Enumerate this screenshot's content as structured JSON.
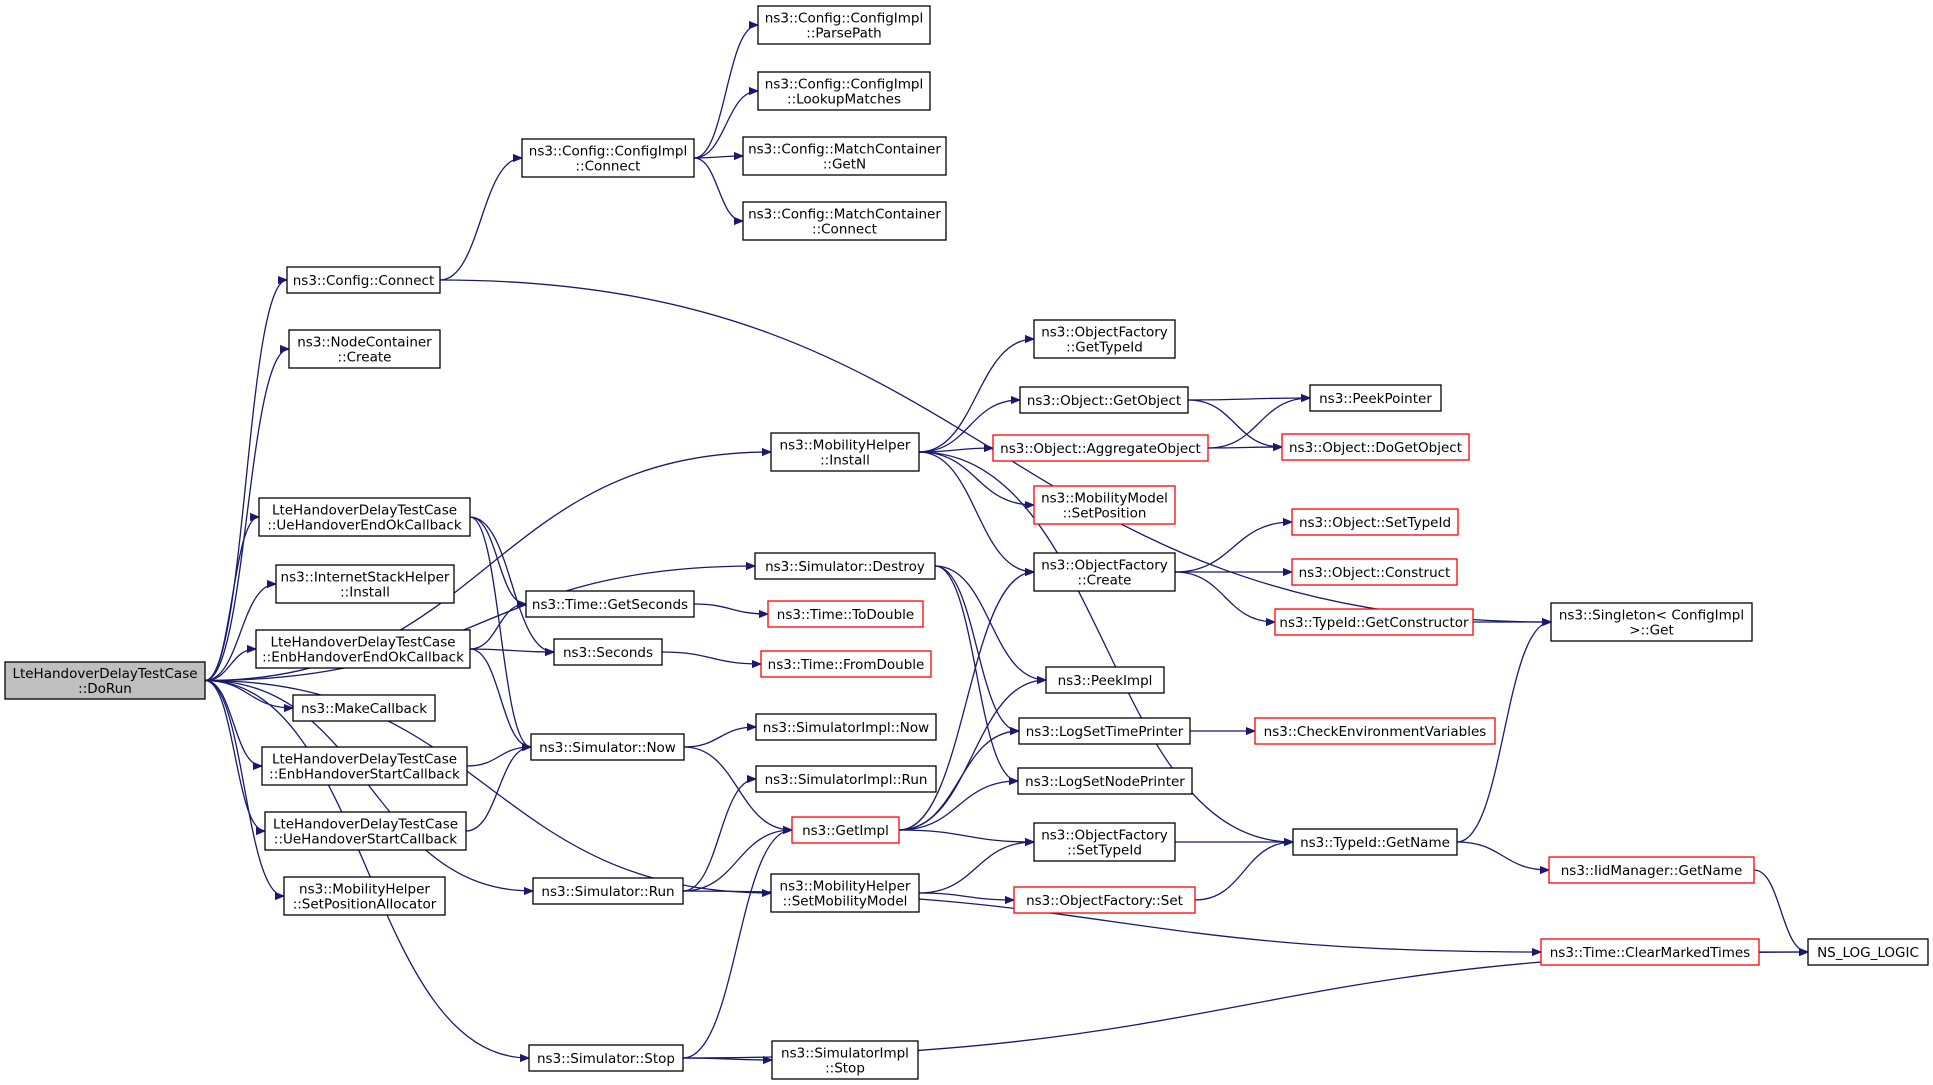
{
  "colors": {
    "edge": "#191970",
    "border_default": "#000000",
    "border_highlight": "#ff0000",
    "root_fill": "#bfbfbf",
    "node_fill": "#ffffff"
  },
  "nodes": [
    {
      "id": "dorun",
      "lines": [
        "LteHandoverDelayTestCase",
        "::DoRun"
      ],
      "style": "root"
    },
    {
      "id": "config_connect",
      "lines": [
        "ns3::Config::Connect"
      ],
      "style": "normal"
    },
    {
      "id": "nodecontainer_create",
      "lines": [
        "ns3::NodeContainer",
        "::Create"
      ],
      "style": "normal"
    },
    {
      "id": "ue_ho_end_ok",
      "lines": [
        "LteHandoverDelayTestCase",
        "::UeHandoverEndOkCallback"
      ],
      "style": "normal"
    },
    {
      "id": "internetstack_install",
      "lines": [
        "ns3::InternetStackHelper",
        "::Install"
      ],
      "style": "normal"
    },
    {
      "id": "enb_ho_end_ok",
      "lines": [
        "LteHandoverDelayTestCase",
        "::EnbHandoverEndOkCallback"
      ],
      "style": "normal"
    },
    {
      "id": "makecallback",
      "lines": [
        "ns3::MakeCallback"
      ],
      "style": "normal"
    },
    {
      "id": "enb_ho_start",
      "lines": [
        "LteHandoverDelayTestCase",
        "::EnbHandoverStartCallback"
      ],
      "style": "normal"
    },
    {
      "id": "ue_ho_start",
      "lines": [
        "LteHandoverDelayTestCase",
        "::UeHandoverStartCallback"
      ],
      "style": "normal"
    },
    {
      "id": "mobility_setposalloc",
      "lines": [
        "ns3::MobilityHelper",
        "::SetPositionAllocator"
      ],
      "style": "normal"
    },
    {
      "id": "configimpl_connect",
      "lines": [
        "ns3::Config::ConfigImpl",
        "::Connect"
      ],
      "style": "normal"
    },
    {
      "id": "parsepath",
      "lines": [
        "ns3::Config::ConfigImpl",
        "::ParsePath"
      ],
      "style": "normal"
    },
    {
      "id": "lookupmatches",
      "lines": [
        "ns3::Config::ConfigImpl",
        "::LookupMatches"
      ],
      "style": "normal"
    },
    {
      "id": "matchcontainer_getn",
      "lines": [
        "ns3::Config::MatchContainer",
        "::GetN"
      ],
      "style": "normal"
    },
    {
      "id": "matchcontainer_connect",
      "lines": [
        "ns3::Config::MatchContainer",
        "::Connect"
      ],
      "style": "normal"
    },
    {
      "id": "mobility_install",
      "lines": [
        "ns3::MobilityHelper",
        "::Install"
      ],
      "style": "normal"
    },
    {
      "id": "sim_destroy",
      "lines": [
        "ns3::Simulator::Destroy"
      ],
      "style": "normal"
    },
    {
      "id": "time_getseconds",
      "lines": [
        "ns3::Time::GetSeconds"
      ],
      "style": "normal"
    },
    {
      "id": "seconds",
      "lines": [
        "ns3::Seconds"
      ],
      "style": "normal"
    },
    {
      "id": "sim_now",
      "lines": [
        "ns3::Simulator::Now"
      ],
      "style": "normal"
    },
    {
      "id": "simimpl_now",
      "lines": [
        "ns3::SimulatorImpl::Now"
      ],
      "style": "normal"
    },
    {
      "id": "simimpl_run",
      "lines": [
        "ns3::SimulatorImpl::Run"
      ],
      "style": "normal"
    },
    {
      "id": "getimpl",
      "lines": [
        "ns3::GetImpl"
      ],
      "style": "highlight"
    },
    {
      "id": "sim_run",
      "lines": [
        "ns3::Simulator::Run"
      ],
      "style": "normal"
    },
    {
      "id": "mobility_setmodel",
      "lines": [
        "ns3::MobilityHelper",
        "::SetMobilityModel"
      ],
      "style": "normal"
    },
    {
      "id": "sim_stop",
      "lines": [
        "ns3::Simulator::Stop"
      ],
      "style": "normal"
    },
    {
      "id": "simimpl_stop",
      "lines": [
        "ns3::SimulatorImpl",
        "::Stop"
      ],
      "style": "normal"
    },
    {
      "id": "time_todouble",
      "lines": [
        "ns3::Time::ToDouble"
      ],
      "style": "highlight"
    },
    {
      "id": "time_fromdouble",
      "lines": [
        "ns3::Time::FromDouble"
      ],
      "style": "highlight"
    },
    {
      "id": "of_gettypeid",
      "lines": [
        "ns3::ObjectFactory",
        "::GetTypeId"
      ],
      "style": "normal"
    },
    {
      "id": "obj_getobject",
      "lines": [
        "ns3::Object::GetObject"
      ],
      "style": "normal"
    },
    {
      "id": "obj_aggregate",
      "lines": [
        "ns3::Object::AggregateObject"
      ],
      "style": "highlight"
    },
    {
      "id": "mm_setposition",
      "lines": [
        "ns3::MobilityModel",
        "::SetPosition"
      ],
      "style": "highlight"
    },
    {
      "id": "of_create",
      "lines": [
        "ns3::ObjectFactory",
        "::Create"
      ],
      "style": "normal"
    },
    {
      "id": "peekimpl",
      "lines": [
        "ns3::PeekImpl"
      ],
      "style": "normal"
    },
    {
      "id": "logsettimeprinter",
      "lines": [
        "ns3::LogSetTimePrinter"
      ],
      "style": "normal"
    },
    {
      "id": "logsetnodeprinter",
      "lines": [
        "ns3::LogSetNodePrinter"
      ],
      "style": "normal"
    },
    {
      "id": "of_settypeid",
      "lines": [
        "ns3::ObjectFactory",
        "::SetTypeId"
      ],
      "style": "normal"
    },
    {
      "id": "of_set",
      "lines": [
        "ns3::ObjectFactory::Set"
      ],
      "style": "highlight"
    },
    {
      "id": "peekpointer",
      "lines": [
        "ns3::PeekPointer"
      ],
      "style": "normal"
    },
    {
      "id": "obj_dogetobject",
      "lines": [
        "ns3::Object::DoGetObject"
      ],
      "style": "highlight"
    },
    {
      "id": "obj_settypeid",
      "lines": [
        "ns3::Object::SetTypeId"
      ],
      "style": "highlight"
    },
    {
      "id": "obj_construct",
      "lines": [
        "ns3::Object::Construct"
      ],
      "style": "highlight"
    },
    {
      "id": "typeid_getconstructor",
      "lines": [
        "ns3::TypeId::GetConstructor"
      ],
      "style": "highlight"
    },
    {
      "id": "checkenv",
      "lines": [
        "ns3::CheckEnvironmentVariables"
      ],
      "style": "highlight"
    },
    {
      "id": "typeid_getname",
      "lines": [
        "ns3::TypeId::GetName"
      ],
      "style": "normal"
    },
    {
      "id": "time_clearmarked",
      "lines": [
        "ns3::Time::ClearMarkedTimes"
      ],
      "style": "highlight"
    },
    {
      "id": "singleton_get",
      "lines": [
        "ns3::Singleton< ConfigImpl",
        " >::Get"
      ],
      "style": "normal"
    },
    {
      "id": "iidmanager_getname",
      "lines": [
        "ns3::IidManager::GetName"
      ],
      "style": "highlight"
    },
    {
      "id": "ns_log_logic",
      "lines": [
        "NS_LOG_LOGIC"
      ],
      "style": "normal"
    }
  ],
  "edges": [
    [
      "dorun",
      "config_connect"
    ],
    [
      "dorun",
      "nodecontainer_create"
    ],
    [
      "dorun",
      "mobility_install"
    ],
    [
      "dorun",
      "sim_destroy"
    ],
    [
      "dorun",
      "ue_ho_end_ok"
    ],
    [
      "dorun",
      "internetstack_install"
    ],
    [
      "dorun",
      "enb_ho_end_ok"
    ],
    [
      "dorun",
      "makecallback"
    ],
    [
      "dorun",
      "enb_ho_start"
    ],
    [
      "dorun",
      "ue_ho_start"
    ],
    [
      "dorun",
      "mobility_setposalloc"
    ],
    [
      "dorun",
      "sim_run"
    ],
    [
      "dorun",
      "mobility_setmodel"
    ],
    [
      "dorun",
      "sim_stop"
    ],
    [
      "config_connect",
      "configimpl_connect"
    ],
    [
      "config_connect",
      "singleton_get"
    ],
    [
      "configimpl_connect",
      "parsepath"
    ],
    [
      "configimpl_connect",
      "lookupmatches"
    ],
    [
      "configimpl_connect",
      "matchcontainer_getn"
    ],
    [
      "configimpl_connect",
      "matchcontainer_connect"
    ],
    [
      "ue_ho_end_ok",
      "time_getseconds"
    ],
    [
      "ue_ho_end_ok",
      "seconds"
    ],
    [
      "ue_ho_end_ok",
      "sim_now"
    ],
    [
      "enb_ho_end_ok",
      "time_getseconds"
    ],
    [
      "enb_ho_end_ok",
      "seconds"
    ],
    [
      "enb_ho_end_ok",
      "sim_now"
    ],
    [
      "enb_ho_start",
      "sim_now"
    ],
    [
      "ue_ho_start",
      "sim_now"
    ],
    [
      "time_getseconds",
      "time_todouble"
    ],
    [
      "seconds",
      "time_fromdouble"
    ],
    [
      "sim_now",
      "simimpl_now"
    ],
    [
      "sim_now",
      "getimpl"
    ],
    [
      "sim_run",
      "simimpl_run"
    ],
    [
      "sim_run",
      "getimpl"
    ],
    [
      "sim_run",
      "time_clearmarked"
    ],
    [
      "sim_stop",
      "getimpl"
    ],
    [
      "sim_stop",
      "simimpl_stop"
    ],
    [
      "sim_stop",
      "ns_log_logic"
    ],
    [
      "mobility_install",
      "of_gettypeid"
    ],
    [
      "mobility_install",
      "obj_getobject"
    ],
    [
      "mobility_install",
      "obj_aggregate"
    ],
    [
      "mobility_install",
      "mm_setposition"
    ],
    [
      "mobility_install",
      "of_create"
    ],
    [
      "mobility_install",
      "typeid_getname"
    ],
    [
      "sim_destroy",
      "peekimpl"
    ],
    [
      "sim_destroy",
      "logsettimeprinter"
    ],
    [
      "sim_destroy",
      "logsetnodeprinter"
    ],
    [
      "getimpl",
      "of_create"
    ],
    [
      "getimpl",
      "peekimpl"
    ],
    [
      "getimpl",
      "logsettimeprinter"
    ],
    [
      "getimpl",
      "logsetnodeprinter"
    ],
    [
      "getimpl",
      "of_settypeid"
    ],
    [
      "mobility_setmodel",
      "of_settypeid"
    ],
    [
      "mobility_setmodel",
      "of_set"
    ],
    [
      "obj_getobject",
      "peekpointer"
    ],
    [
      "obj_getobject",
      "obj_dogetobject"
    ],
    [
      "obj_aggregate",
      "peekpointer"
    ],
    [
      "obj_aggregate",
      "obj_dogetobject"
    ],
    [
      "of_create",
      "obj_settypeid"
    ],
    [
      "of_create",
      "obj_construct"
    ],
    [
      "of_create",
      "typeid_getconstructor"
    ],
    [
      "typeid_getconstructor",
      "singleton_get"
    ],
    [
      "logsettimeprinter",
      "checkenv"
    ],
    [
      "of_settypeid",
      "typeid_getname"
    ],
    [
      "of_set",
      "typeid_getname"
    ],
    [
      "typeid_getname",
      "singleton_get"
    ],
    [
      "typeid_getname",
      "iidmanager_getname"
    ],
    [
      "iidmanager_getname",
      "ns_log_logic"
    ],
    [
      "time_clearmarked",
      "ns_log_logic"
    ]
  ]
}
